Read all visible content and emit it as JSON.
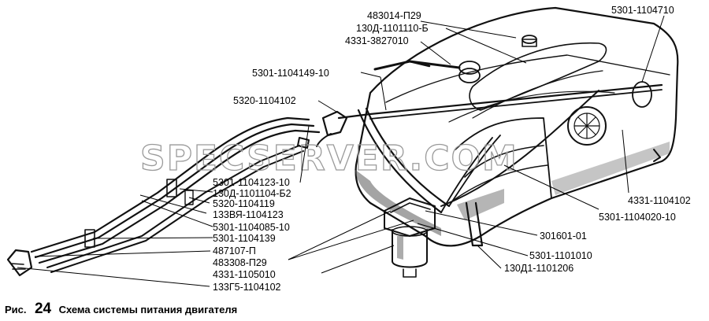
{
  "watermark": "SPECSERVER.COM",
  "caption": {
    "prefix": "Рис.",
    "number": "24",
    "text": "Схема системы питания двигателя"
  },
  "labels": {
    "l483014_p29": "483014-П29",
    "l130d_1101110_b": "130Д-1101110-Б",
    "l4331_3827010": "4331-3827010",
    "l5301_1104710": "5301-1104710",
    "l5301_1104149_10": "5301-1104149-10",
    "l5320_1104102": "5320-1104102",
    "l5301_1104123_10": "5301-1104123-10",
    "l130d_1101104_b2": "130Д-1101104-Б2",
    "l5320_1104119": "5320-1104119",
    "l133vya_1104123": "133ВЯ-1104123",
    "l5301_1104085_10": "5301-1104085-10",
    "l5301_1104139": "5301-1104139",
    "l487107_p": "487107-П",
    "l483308_p29": "483308-П29",
    "l4331_1105010": "4331-1105010",
    "l133g5_1104102": "133Г5-1104102",
    "l4331_1104102": "4331-1104102",
    "l5301_1104020_10": "5301-1104020-10",
    "l301601_01": "301601-01",
    "l5301_1101010": "5301-1101010",
    "l130d1_1101206": "130Д1-1101206"
  }
}
